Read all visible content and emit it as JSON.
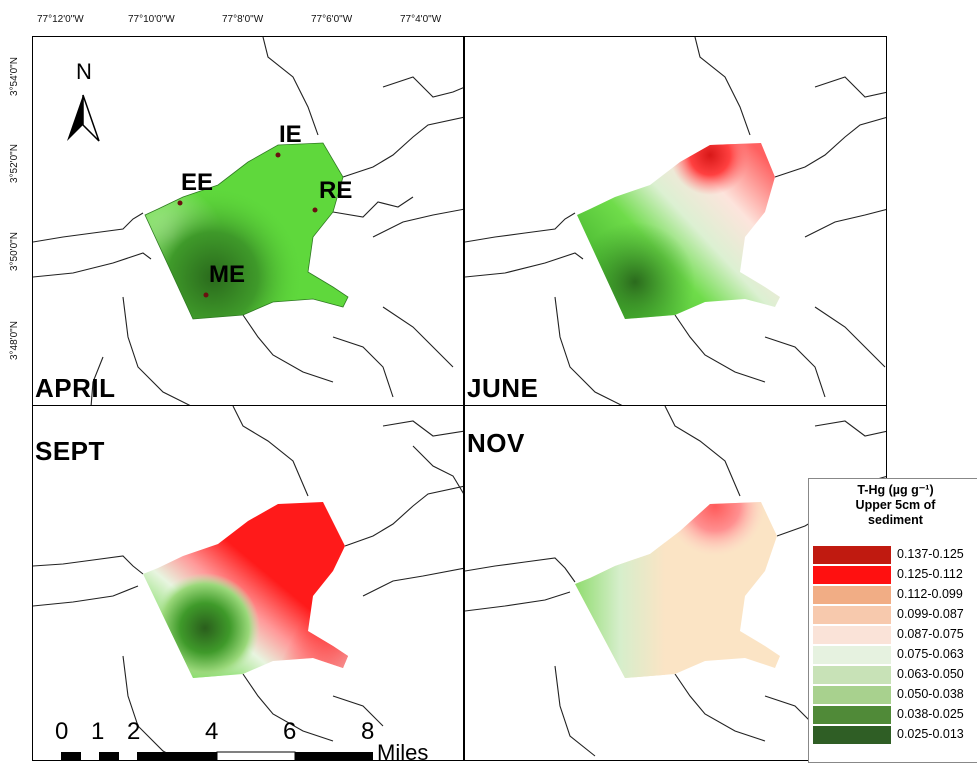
{
  "top_labels": [
    "77°12'0\"W",
    "77°10'0\"W",
    "77°8'0\"W",
    "77°6'0\"W",
    "77°4'0\"W"
  ],
  "side_labels": [
    "3°54'0\"N",
    "3°52'0\"N",
    "3°50'0\"N",
    "3°48'0\"N"
  ],
  "north": "N",
  "panels": {
    "april": "APRIL",
    "june": "JUNE",
    "sept": "SEPT",
    "nov": "NOV"
  },
  "sites": {
    "ie": "IE",
    "ee": "EE",
    "re": "RE",
    "me": "ME"
  },
  "scale": {
    "ticks": [
      "0",
      "1",
      "2",
      "4",
      "6",
      "8"
    ],
    "unit": "Miles"
  },
  "legend": {
    "title": [
      "T-Hg (µg g⁻¹)",
      "Upper 5cm of",
      "sediment"
    ],
    "items": [
      {
        "label": "0.137-0.125",
        "color": "#c01a10"
      },
      {
        "label": "0.125-0.112",
        "color": "#ff1010"
      },
      {
        "label": "0.112-0.099",
        "color": "#f1ad85"
      },
      {
        "label": "0.099-0.087",
        "color": "#f7c9ad"
      },
      {
        "label": "0.087-0.075",
        "color": "#fae3d8"
      },
      {
        "label": "0.075-0.063",
        "color": "#e6f2e0"
      },
      {
        "label": "0.063-0.050",
        "color": "#c8e2b7"
      },
      {
        "label": "0.050-0.038",
        "color": "#a8d18e"
      },
      {
        "label": "0.038-0.025",
        "color": "#508a38"
      },
      {
        "label": "0.025-0.013",
        "color": "#2f5e25"
      }
    ]
  },
  "colors": {
    "green_light": "#6ee64b",
    "green_dark": "#2e6a1f",
    "red": "#ff1a1a",
    "beige": "#fbe4c5"
  }
}
